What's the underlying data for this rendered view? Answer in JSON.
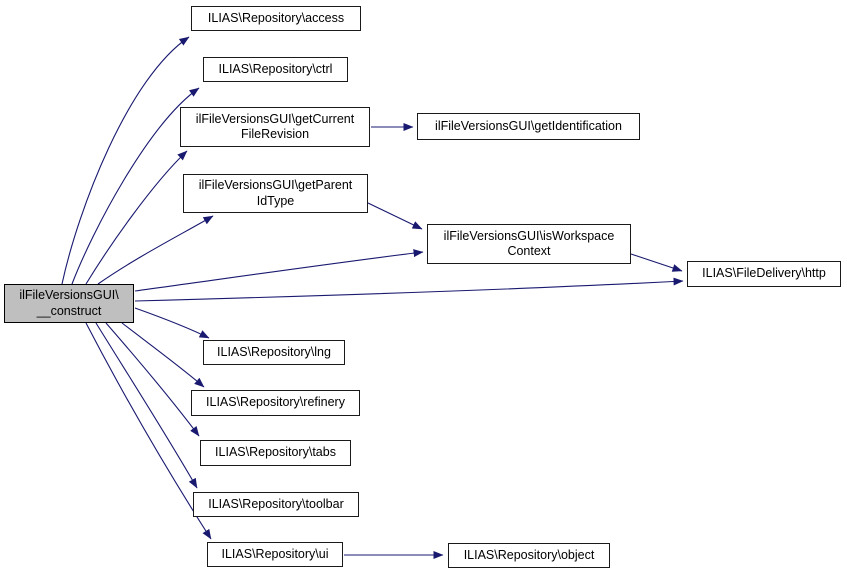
{
  "diagram": {
    "type": "call-graph",
    "colors": {
      "edge": "#191970",
      "node_border": "#1a1a1a",
      "node_fill": "#ffffff",
      "highlight_fill": "#bfbfbf",
      "background": "#ffffff",
      "text": "#000000"
    },
    "nodes": {
      "construct": {
        "label": "ilFileVersionsGUI\\\n__construct",
        "highlighted": true
      },
      "access": {
        "label": "ILIAS\\Repository\\access"
      },
      "ctrl": {
        "label": "ILIAS\\Repository\\ctrl"
      },
      "getCurrentFileRevision": {
        "label": "ilFileVersionsGUI\\getCurrent\nFileRevision"
      },
      "getIdentification": {
        "label": "ilFileVersionsGUI\\getIdentification"
      },
      "getParentIdType": {
        "label": "ilFileVersionsGUI\\getParent\nIdType"
      },
      "isWorkspaceContext": {
        "label": "ilFileVersionsGUI\\isWorkspace\nContext"
      },
      "http": {
        "label": "ILIAS\\FileDelivery\\http"
      },
      "lng": {
        "label": "ILIAS\\Repository\\lng"
      },
      "refinery": {
        "label": "ILIAS\\Repository\\refinery"
      },
      "tabs": {
        "label": "ILIAS\\Repository\\tabs"
      },
      "toolbar": {
        "label": "ILIAS\\Repository\\toolbar"
      },
      "ui": {
        "label": "ILIAS\\Repository\\ui"
      },
      "object": {
        "label": "ILIAS\\Repository\\object"
      }
    },
    "edges": [
      {
        "from": "construct",
        "to": "access"
      },
      {
        "from": "construct",
        "to": "ctrl"
      },
      {
        "from": "construct",
        "to": "getCurrentFileRevision"
      },
      {
        "from": "construct",
        "to": "getParentIdType"
      },
      {
        "from": "construct",
        "to": "isWorkspaceContext"
      },
      {
        "from": "construct",
        "to": "http"
      },
      {
        "from": "construct",
        "to": "lng"
      },
      {
        "from": "construct",
        "to": "refinery"
      },
      {
        "from": "construct",
        "to": "tabs"
      },
      {
        "from": "construct",
        "to": "toolbar"
      },
      {
        "from": "construct",
        "to": "ui"
      },
      {
        "from": "getCurrentFileRevision",
        "to": "getIdentification"
      },
      {
        "from": "getParentIdType",
        "to": "isWorkspaceContext"
      },
      {
        "from": "isWorkspaceContext",
        "to": "http"
      },
      {
        "from": "ui",
        "to": "object"
      }
    ]
  }
}
